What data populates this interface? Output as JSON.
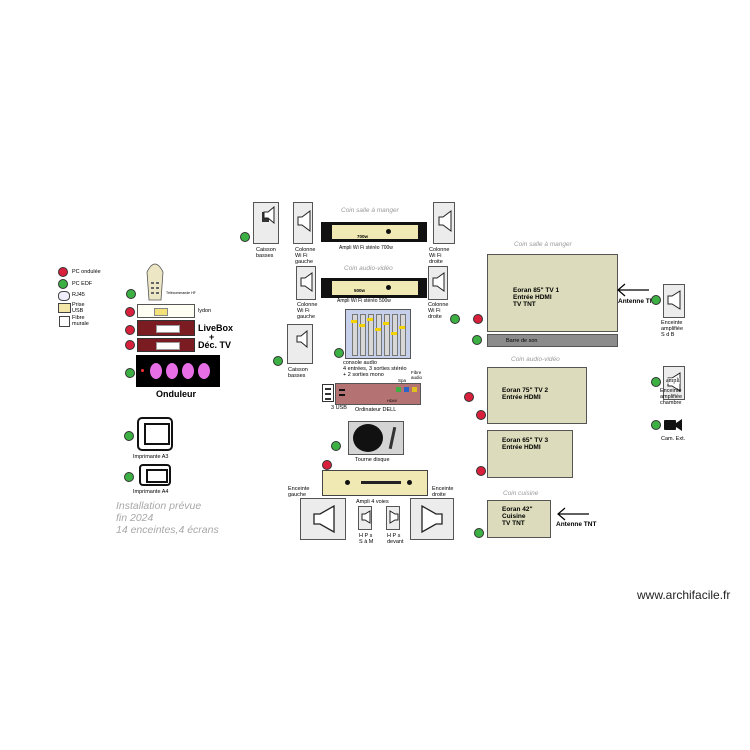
{
  "legend": [
    {
      "label": "PC ondulée",
      "color": "#d81f3c"
    },
    {
      "label": "PC EDF",
      "color": "#3cb043"
    },
    {
      "label": "RJ45"
    },
    {
      "label": "Prise USB"
    },
    {
      "label": "Fibre murale"
    }
  ],
  "left": {
    "telecommande": "Télécommande HF",
    "lydon": "lydon",
    "livebox": "LiveBox",
    "plus": "+",
    "dec_tv": "Déc. TV",
    "onduleur": "Onduleur",
    "imprimante_a3": "Imprimante A3",
    "imprimante_a4": "Imprimante A4",
    "note": "Installation prévue\nfin 2024\n14 enceintes,4 écrans"
  },
  "center": {
    "zone_salle": "Coin salle à manger",
    "caisson_basses_1": "Caisson\nbasses",
    "colonne_g_1": "Colonne\nWi Fi\ngauche",
    "colonne_d_1": "Colonne\nWi Fi\ndroite",
    "amp700_face": "700w",
    "amp700_label": "Ampli Wi Fi stéréo 700w",
    "zone_audio": "Coin audio-vidéo",
    "amp500_face": "500w",
    "amp500_label": "Ampli Wi Fi stéréo 500w",
    "colonne_g_2": "Colonne\nWi Fi\ngauche",
    "colonne_d_2": "Colonne\nWi Fi\ndroite",
    "caisson_basses_2": "Caisson\nbasses",
    "console_audio": "console audio\n4 entrées, 3 sorties stéréo\n+ 2 sorties mono",
    "fibre_audio": "Fibre\naudio",
    "spa": "Spa",
    "hdmi": "HDMI",
    "usb3": "3 USB",
    "ordinateur": "Ordinateur DELL",
    "tourne_disque": "Tourne disque",
    "enceinte_gauche": "Enceinte\ngauche",
    "enceinte_droite": "Enceinte\ndroite",
    "ampli_4_voies": "Ampli 4 voies",
    "hp_sam": "H P s\nS à M",
    "hp_devant": "H P s\ndevant"
  },
  "right": {
    "zone_salle": "Coin salle à manger",
    "tv1": "Eoran 85\" TV 1\nEntrée HDMI\nTV TNT",
    "antenne_1": "Antenne TNT",
    "barre_son": "Barre de son",
    "zone_audio": "Coin audio-vidéo",
    "tv2": "Eoran 75\" TV 2\nEntrée HDMI",
    "tv3": "Eoran 65\" TV 3\nEntrée HDMI",
    "zone_cuisine": "Coin cuisine",
    "tv4": "Eoran 42\"\nCuisine\nTV TNT",
    "antenne_2": "Antenne TNT",
    "enceinte_sdb": "Enceinte\namplifiée\nS d B",
    "ampli_icon": "ampli",
    "enceinte_chambre": "Enceinte\namplifiée\nchambre",
    "cam_ext": "Cam. Ext."
  },
  "watermark": "www.archifacile.fr"
}
